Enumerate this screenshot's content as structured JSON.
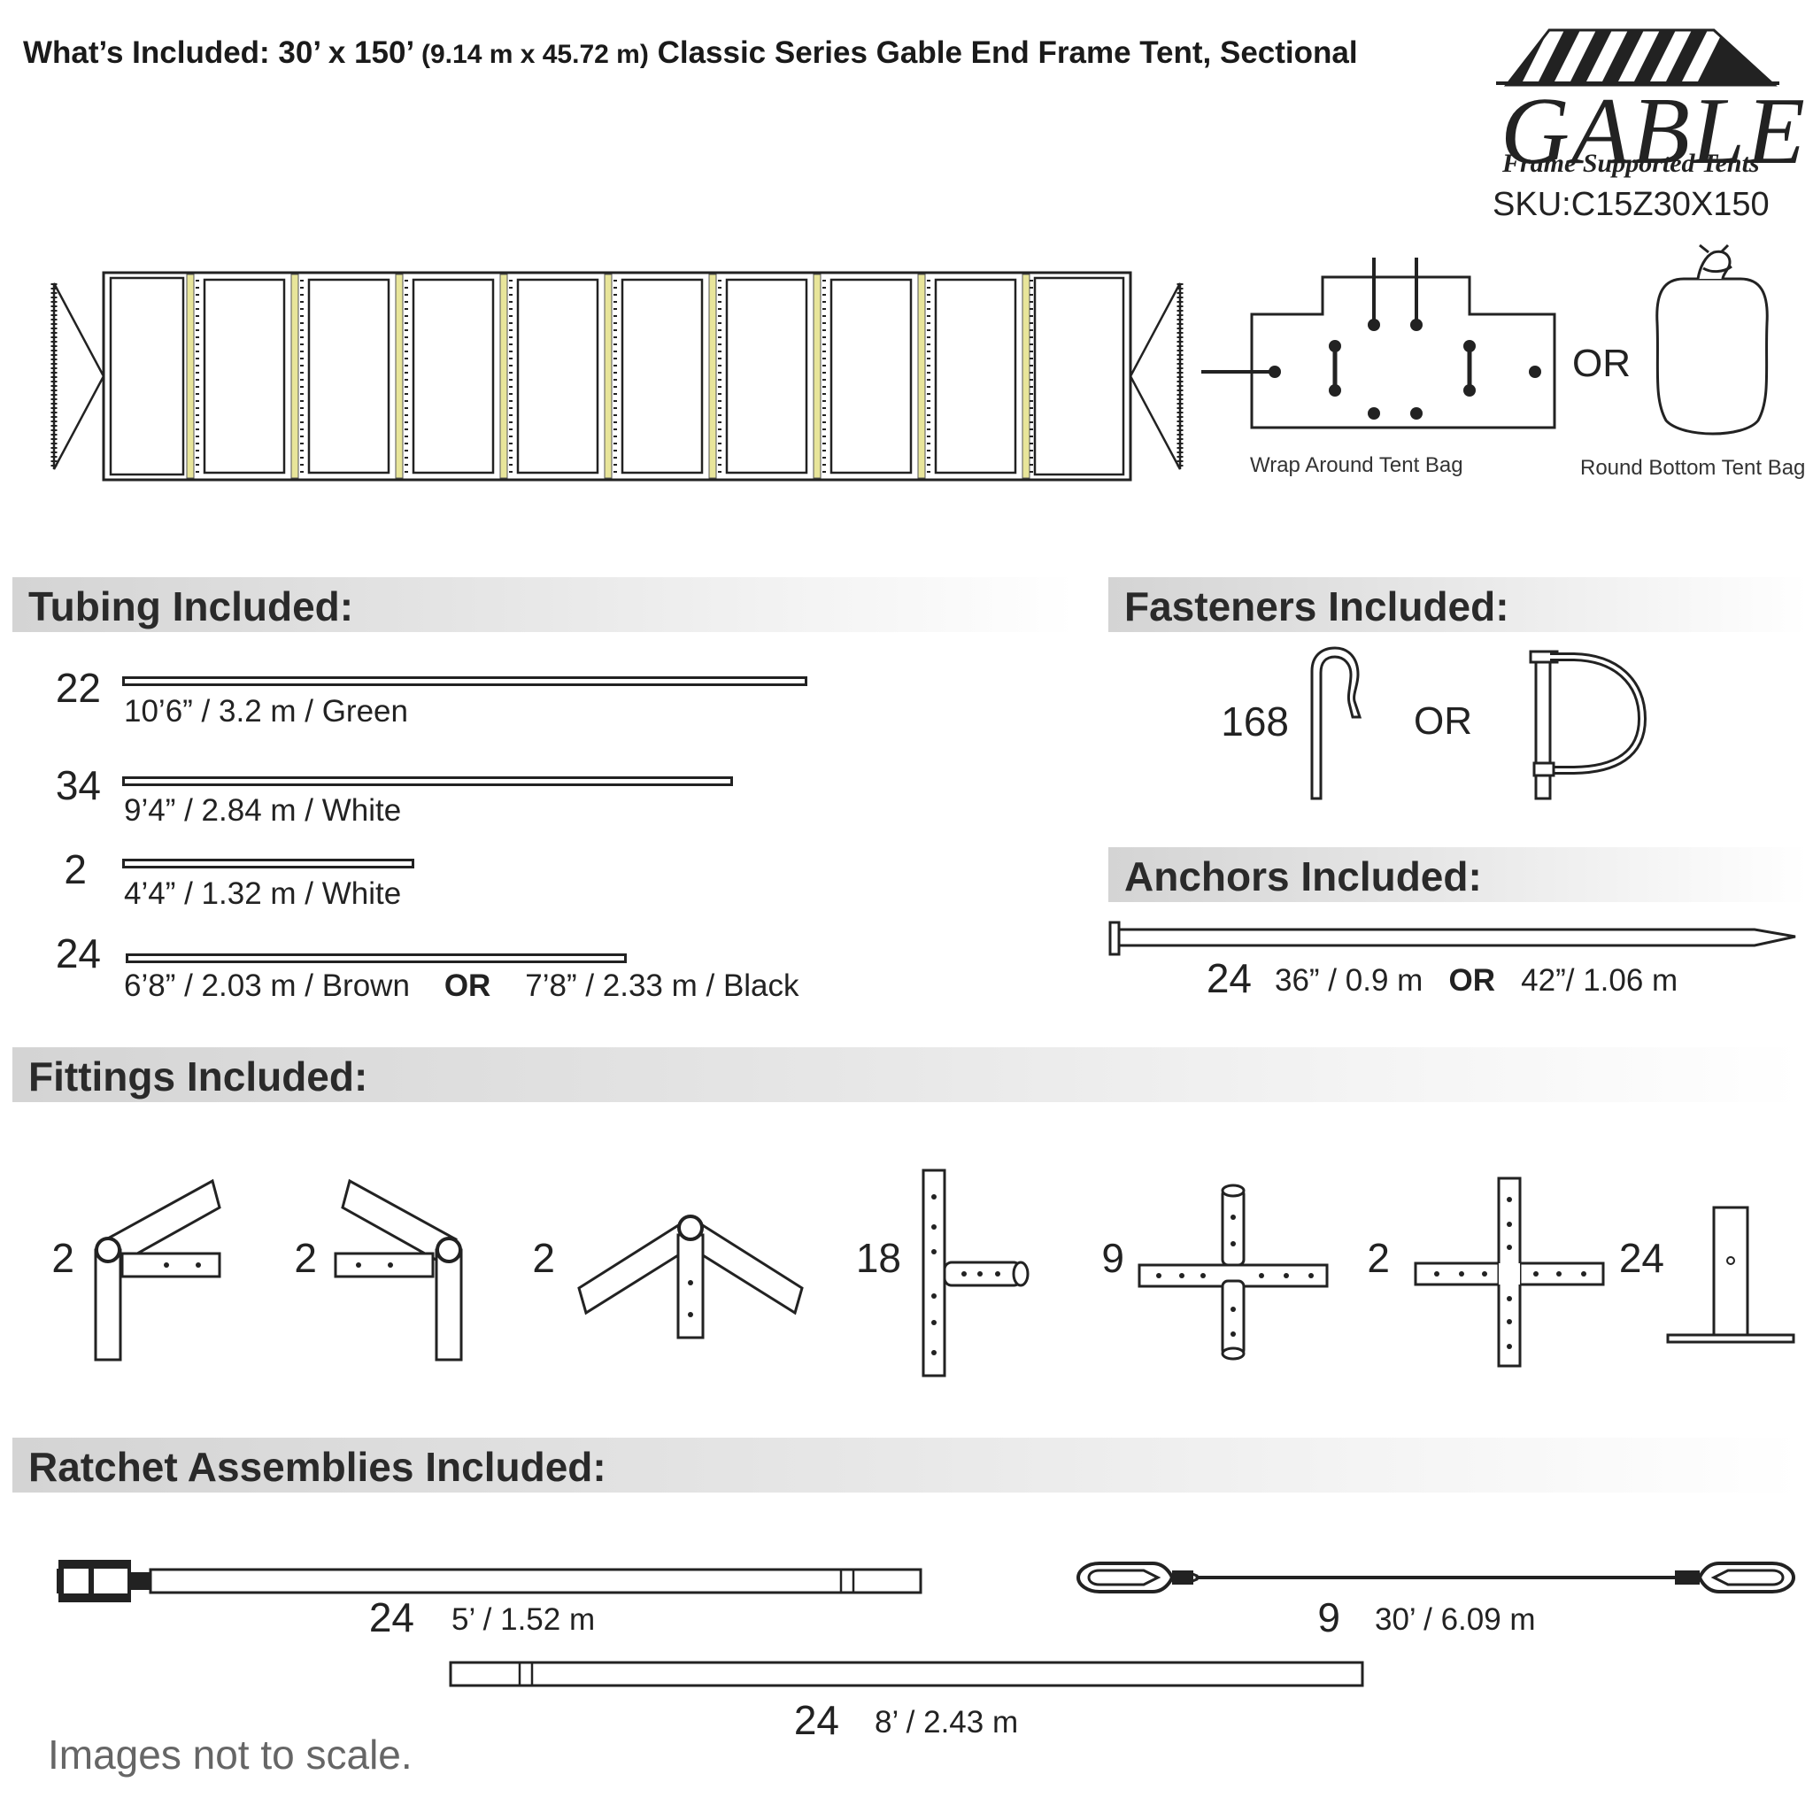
{
  "header": {
    "title_main": "What’s Included: 30’ x 150’",
    "title_dim": "(9.14 m x 45.72 m)",
    "title_rest": "Classic Series Gable End Frame Tent, Sectional"
  },
  "logo": {
    "word": "GABLE",
    "subtitle": "Frame Supported Tents"
  },
  "sku": "SKU:C15Z30X150",
  "bags": {
    "wrap_label": "Wrap Around Tent Bag",
    "or_label": "OR",
    "round_label": "Round Bottom Tent Bag"
  },
  "tubing": {
    "heading": "Tubing Included:",
    "items": [
      {
        "qty": "22",
        "label": "10’6” / 3.2 m  /  Green"
      },
      {
        "qty": "34",
        "label": "9’4” / 2.84 m  /  White"
      },
      {
        "qty": "2",
        "label": "4’4” / 1.32 m  /  White"
      },
      {
        "qty": "24",
        "label_a": "6’8” / 2.03 m  /  Brown",
        "or": "OR",
        "label_b": "7’8” / 2.33 m  /  Black"
      }
    ]
  },
  "fasteners": {
    "heading": "Fasteners Included:",
    "qty": "168",
    "or": "OR"
  },
  "anchors": {
    "heading": "Anchors Included:",
    "qty": "24",
    "label_a": "36” / 0.9 m",
    "or": "OR",
    "label_b": "42”/ 1.06 m"
  },
  "fittings": {
    "heading": "Fittings Included:",
    "items": [
      {
        "qty": "2",
        "icon": "left-corner-fitting-icon"
      },
      {
        "qty": "2",
        "icon": "right-corner-fitting-icon"
      },
      {
        "qty": "2",
        "icon": "peak-fitting-icon"
      },
      {
        "qty": "18",
        "icon": "side-tee-fitting-icon"
      },
      {
        "qty": "9",
        "icon": "cross-fitting-with-pins-icon"
      },
      {
        "qty": "2",
        "icon": "cross-fitting-icon"
      },
      {
        "qty": "24",
        "icon": "base-plate-icon"
      }
    ]
  },
  "ratchets": {
    "heading": "Ratchet Assemblies Included:",
    "items": [
      {
        "qty": "24",
        "label": "5’ / 1.52 m"
      },
      {
        "qty": "9",
        "label": "30’ / 6.09 m"
      },
      {
        "qty": "24",
        "label": "8’ / 2.43 m"
      }
    ]
  },
  "note": "Images not to scale.",
  "colors": {
    "accent_yellow": "#e8e59a",
    "stroke": "#222222",
    "band": "#d9d9d9"
  }
}
